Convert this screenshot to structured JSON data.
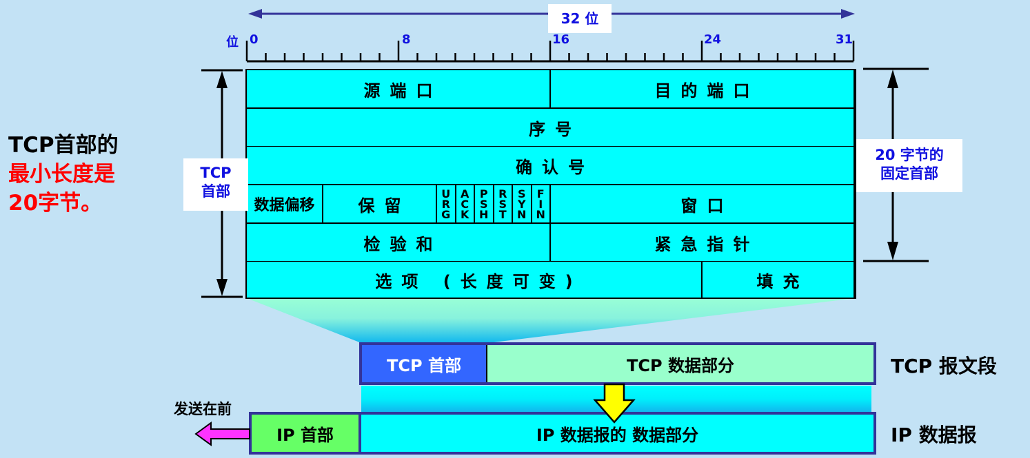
{
  "ruler": {
    "width_label": "32 位",
    "bit_label": "位",
    "ticks": [
      "0",
      "8",
      "16",
      "24",
      "31"
    ]
  },
  "header": {
    "rows": [
      {
        "cells": [
          {
            "label": "源端口",
            "from_bit": 0,
            "to_bit": 16
          },
          {
            "label": "目的端口",
            "from_bit": 16,
            "to_bit": 32
          }
        ]
      },
      {
        "cells": [
          {
            "label": "序号",
            "from_bit": 0,
            "to_bit": 32
          }
        ]
      },
      {
        "cells": [
          {
            "label": "确认号",
            "from_bit": 0,
            "to_bit": 32
          }
        ]
      },
      {
        "cells": [
          {
            "label": "数据偏移",
            "from_bit": 0,
            "to_bit": 4
          },
          {
            "label": "保留",
            "from_bit": 4,
            "to_bit": 10
          },
          {
            "label": "窗口",
            "from_bit": 16,
            "to_bit": 32
          }
        ]
      },
      {
        "cells": [
          {
            "label": "检验和",
            "from_bit": 0,
            "to_bit": 16
          },
          {
            "label": "紧急指针",
            "from_bit": 16,
            "to_bit": 32
          }
        ]
      },
      {
        "cells": [
          {
            "label": "选项 (长度可变)",
            "from_bit": 0,
            "to_bit": 24
          },
          {
            "label": "填充",
            "from_bit": 24,
            "to_bit": 32
          }
        ]
      }
    ],
    "flags": [
      "URG",
      "ACK",
      "PSH",
      "RST",
      "SYN",
      "FIN"
    ],
    "cell_color": "#00ffff"
  },
  "left_brace_label": "TCP\n首部",
  "right_brace_label": {
    "line1": "20 字节的",
    "line2": "固定首部"
  },
  "summary": {
    "line1": "TCP首部的",
    "line2": "最小长度是",
    "line3": "20字节。",
    "highlight_color": "#ff0000"
  },
  "segment": {
    "tcp_header": "TCP 首部",
    "tcp_data": "TCP 数据部分",
    "label": "TCP 报文段"
  },
  "datagram": {
    "ip_header": "IP 首部",
    "ip_data": "IP 数据报的 数据部分",
    "label": "IP 数据报",
    "send_first": "发送在前"
  },
  "colors": {
    "background": "#c3e2f5",
    "tcp_header": "#3366ff",
    "tcp_data": "#99ffcc",
    "ip_header": "#66ff66",
    "ip_data": "#00ffff",
    "border": "#333399",
    "arrow_down": "#ffff00",
    "arrow_left": "#ff33ff",
    "accent_blue": "#1010e0"
  }
}
